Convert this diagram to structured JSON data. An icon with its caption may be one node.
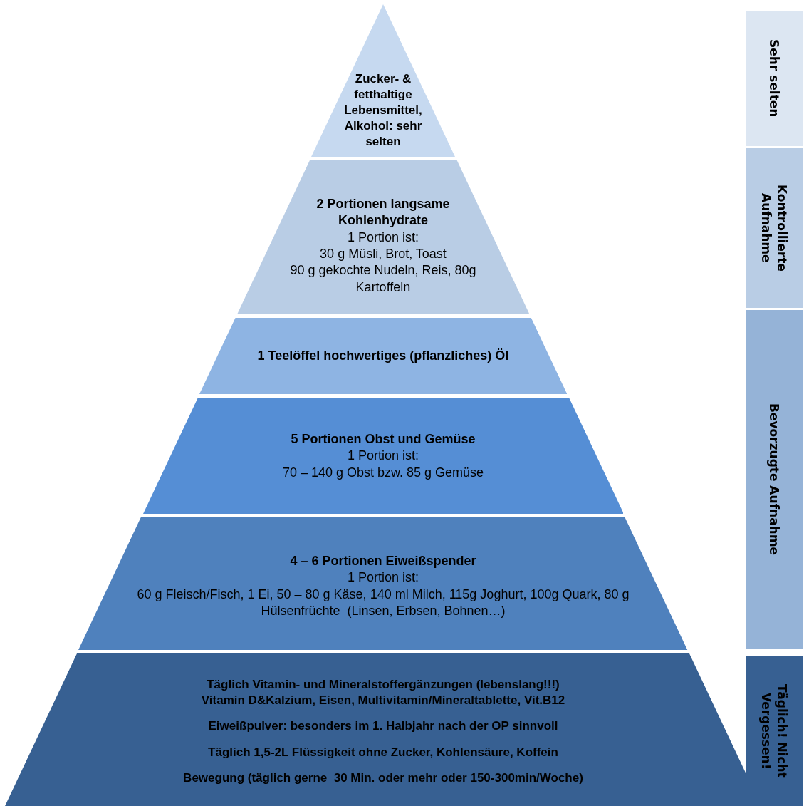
{
  "diagram": {
    "nodes": [
      {
        "text": [
          "Zucker- & fetthaltige Lebensmittel, Alkohol: sehr selten"
        ]
      },
      {
        "text": [
          "2 Portionen langsame Kohlenhydrate",
          "1 Portion ist:",
          "30 g Müsli, Brot, Toast",
          "90 g gekochte Nudeln, Reis, 80g Kartoffeln"
        ]
      },
      {
        "text": [
          "1 Teelöffel hochwertiges (pflanzliches) Öl"
        ]
      },
      {
        "text": [
          "5 Portionen Obst und Gemüse",
          "1 Portion ist:",
          "70 – 140 g Obst bzw. 85 g Gemüse"
        ]
      },
      {
        "text": [
          "4 – 6 Portionen Eiweißspender",
          "1 Portion ist:",
          "60 g Fleisch/Fisch, 1 Ei, 50 – 80 g Käse, 140 ml Milch, 115g Joghurt, 100g Quark, 80 g Hülsenfrüchte  (Linsen, Erbsen, Bohnen…)"
        ]
      },
      {
        "text": [
          "Täglich Vitamin- und Mineralstoffergänzungen (lebenslang!!!)",
          "Vitamin D&Kalzium, Eisen, Multivitamin/Mineraltablette, Vit.B12",
          "Eiweißpulver: besonders im 1. Halbjahr nach der OP sinnvoll",
          "Täglich 1,5-2L Flüssigkeit ohne Zucker, Kohlensäure, Koffein",
          "Bewegung (täglich gerne  30 Min. oder mehr oder 150-300min/Woche)"
        ]
      },
      {
        "text": [
          "Sehr selten"
        ]
      },
      {
        "text": [
          "Kontrollierte Aufnahme"
        ]
      },
      {
        "text": [
          "Bevorzugte Aufnahme"
        ]
      },
      {
        "text": [
          "Täglich! Nicht Vergessen!"
        ]
      }
    ],
    "edges": []
  }
}
